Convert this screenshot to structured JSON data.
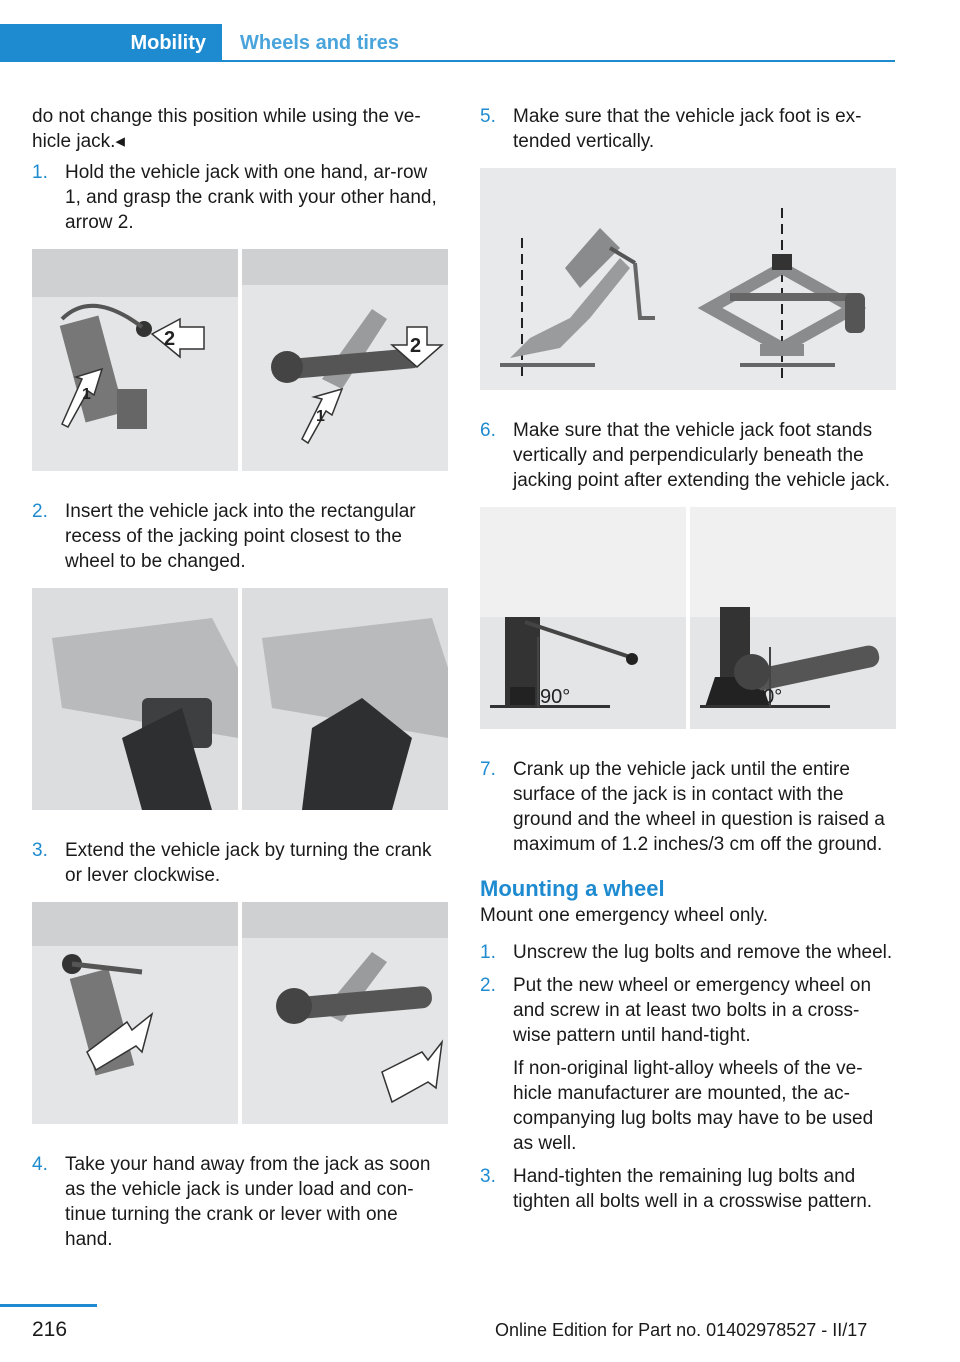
{
  "header": {
    "active_tab": "Mobility",
    "section": "Wheels and tires"
  },
  "left": {
    "intro": "do not change this position while using the ve-hicle jack.◂",
    "steps": [
      {
        "num": "1.",
        "text": "Hold the vehicle jack with one hand, ar-row 1, and grasp the crank with your other hand, arrow 2."
      },
      {
        "num": "2.",
        "text": "Insert the vehicle jack into the rectangular recess of the jacking point closest to the wheel to be changed."
      },
      {
        "num": "3.",
        "text": "Extend the vehicle jack by turning the crank or lever clockwise."
      },
      {
        "num": "4.",
        "text": "Take your hand away from the jack as soon as the vehicle jack is under load and con-tinue turning the crank or lever with one hand."
      }
    ],
    "fig1_labels": [
      "1",
      "2",
      "2",
      "1"
    ]
  },
  "right": {
    "steps": [
      {
        "num": "5.",
        "text": "Make sure that the vehicle jack foot is ex-tended vertically."
      },
      {
        "num": "6.",
        "text": "Make sure that the vehicle jack foot stands vertically and perpendicularly beneath the jacking point after extending the vehicle jack."
      },
      {
        "num": "7.",
        "text": "Crank up the vehicle jack until the entire surface of the jack is in contact with the ground and the wheel in question is raised a maximum of 1.2 inches/3 cm off the ground."
      }
    ],
    "angle_label": "90°",
    "section_title": "Mounting a wheel",
    "section_intro": "Mount one emergency wheel only.",
    "mount_steps": [
      {
        "num": "1.",
        "text": "Unscrew the lug bolts and remove the wheel."
      },
      {
        "num": "2.",
        "text": "Put the new wheel or emergency wheel on and screw in at least two bolts in a cross-wise pattern until hand-tight."
      },
      {
        "num": "3.",
        "text": "Hand-tighten the remaining lug bolts and tighten all bolts well in a crosswise pattern."
      }
    ],
    "mount_note": "If non-original light-alloy wheels of the ve-hicle manufacturer are mounted, the ac-companying lug bolts may have to be used as well."
  },
  "footer": {
    "page": "216",
    "edition": "Online Edition for Part no. 01402978527 - II/17"
  }
}
